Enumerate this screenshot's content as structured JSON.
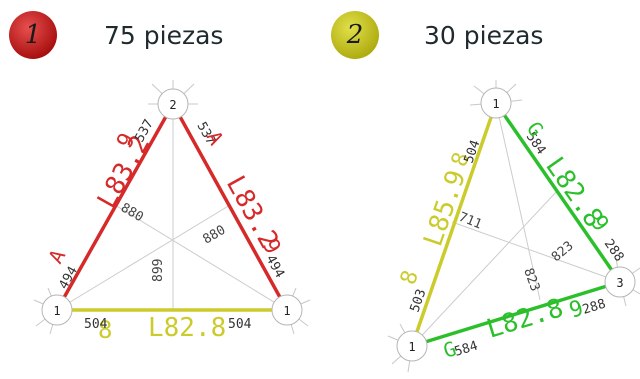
{
  "badges": [
    {
      "number": "1",
      "count_text": "75 piezas",
      "color": "#c0191b"
    },
    {
      "number": "2",
      "count_text": "30 piezas",
      "color": "#c9c71e"
    }
  ],
  "panels": [
    {
      "nodes": [
        "2",
        "1",
        "1"
      ],
      "sides": [
        {
          "code": "L83.2",
          "tag": "9",
          "color": "#d62a2a",
          "top_num": "537",
          "bottom_num": "494"
        },
        {
          "code": "L83.2",
          "tag": "9",
          "color": "#d62a2a",
          "top_num": "537",
          "bottom_num": "494"
        },
        {
          "code": "L82.8",
          "tag": "8",
          "color": "#cbcb2c",
          "top_num": "504",
          "bottom_num": "504"
        }
      ],
      "inner": {
        "d1": "880",
        "d2": "880",
        "d3": "899"
      }
    },
    {
      "nodes": [
        "1",
        "1",
        "3"
      ],
      "sides": [
        {
          "code": "L85.9",
          "tag": "8",
          "color": "#cbcb2c",
          "top_num": "504",
          "bottom_num": "503"
        },
        {
          "code": "L82.8",
          "tag": "9",
          "color": "#2bc02b",
          "top_num": "584",
          "bottom_num": "288"
        },
        {
          "code": "L82.8",
          "tag": "9",
          "color": "#2bc02b",
          "top_num": "584",
          "bottom_num": "288"
        }
      ],
      "inner": {
        "d1": "711",
        "d2": "823",
        "d3": "823"
      }
    }
  ],
  "colors": {
    "spoke": "#c8c8c8",
    "node_stroke": "#b5b5b5",
    "inner_text": "#444444"
  }
}
